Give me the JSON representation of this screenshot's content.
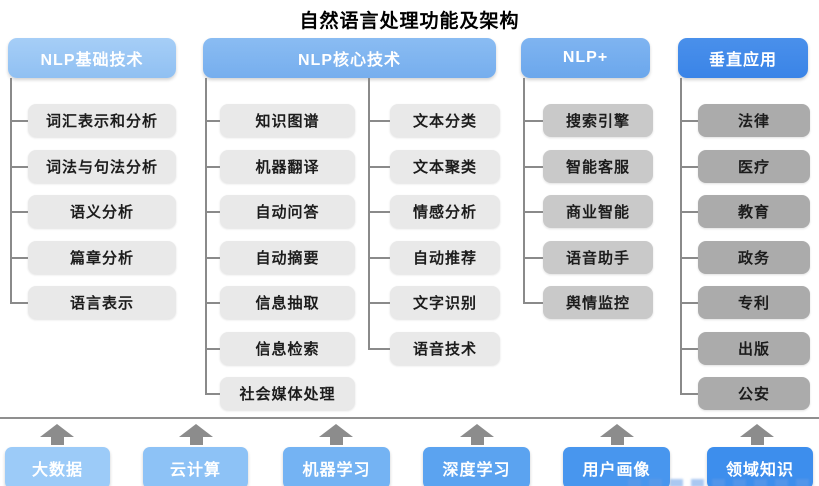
{
  "title": "自然语言处理功能及架构",
  "columns": [
    {
      "header": "NLP基础技术",
      "header_color": "#9AC6F3",
      "item_color": "#E9E9E9",
      "items": [
        "词汇表示和分析",
        "词法与句法分析",
        "语义分析",
        "篇章分析",
        "语言表示"
      ]
    },
    {
      "header": "NLP核心技术",
      "header_color": "#7EB4F0",
      "item_color": "#E9E9E9",
      "items_left": [
        "知识图谱",
        "机器翻译",
        "自动问答",
        "自动摘要",
        "信息抽取",
        "信息检索",
        "社会媒体处理"
      ],
      "items_right": [
        "文本分类",
        "文本聚类",
        "情感分析",
        "自动推荐",
        "文字识别",
        "语音技术"
      ]
    },
    {
      "header": "NLP+",
      "header_color": "#73ACEF",
      "item_color": "#C9C9C9",
      "items": [
        "搜索引擎",
        "智能客服",
        "商业智能",
        "语音助手",
        "舆情监控"
      ]
    },
    {
      "header": "垂直应用",
      "header_color": "#3E88E9",
      "item_color": "#ABABAB",
      "items": [
        "法律",
        "医疗",
        "教育",
        "政务",
        "专利",
        "出版",
        "公安"
      ]
    }
  ],
  "foundation": [
    {
      "label": "大数据",
      "color": "#9CCBF8"
    },
    {
      "label": "云计算",
      "color": "#8DC2F6"
    },
    {
      "label": "机器学习",
      "color": "#74B3F3"
    },
    {
      "label": "深度学习",
      "color": "#5BA3F0"
    },
    {
      "label": "用户画像",
      "color": "#4896EE"
    },
    {
      "label": "领域知识",
      "color": "#3D8EED"
    }
  ],
  "colors": {
    "connector": "#8a8a8a",
    "arrow": "#8c8c8c",
    "separator": "#8f8f8f",
    "title_text": "#000000",
    "header_text": "#ffffff",
    "item_text": "#1c1c1c"
  }
}
